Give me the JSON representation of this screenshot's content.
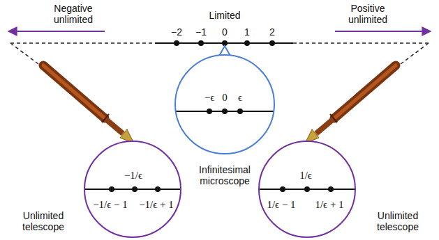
{
  "diagram": {
    "nodes": [
      {
        "text": [
          "−ϵ",
          "0",
          "ϵ"
        ]
      },
      {
        "text": [
          "−1/ϵ",
          "−1/ϵ − 1",
          "−1/ϵ + 1"
        ]
      },
      {
        "text": [
          "1/ϵ",
          "1/ϵ − 1",
          "1/ϵ + 1"
        ]
      }
    ],
    "labels": [
      "Negative unlimited",
      "Limited",
      "Positive unlimited",
      "−2",
      "−1",
      "0",
      "1",
      "2",
      "Infinitesimal microscope",
      "Unlimited telescope",
      "Unlimited telescope"
    ]
  }
}
